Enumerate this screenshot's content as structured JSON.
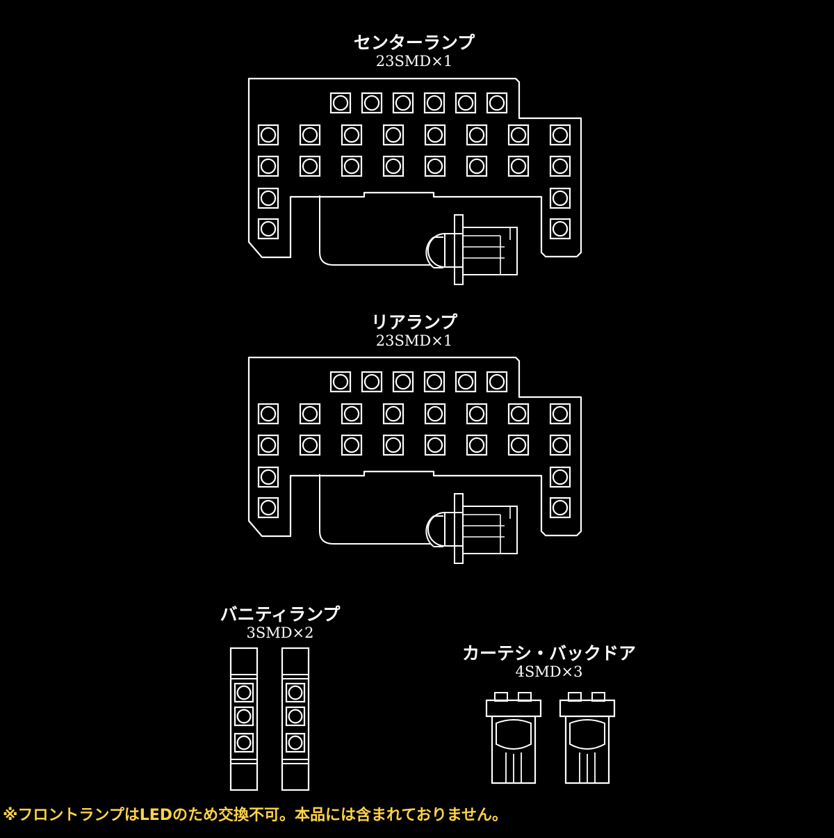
{
  "lamps": {
    "center": {
      "title": "センターランプ",
      "spec": "23SMD×1"
    },
    "rear": {
      "title": "リアランプ",
      "spec": "23SMD×1"
    },
    "vanity": {
      "title": "バニティランプ",
      "spec": "3SMD×2"
    },
    "courtesy": {
      "title": "カーテシ・バックドア",
      "spec": "4SMD×3"
    }
  },
  "footnote": "※フロントランプはLEDのため交換不可。本品には含まれておりません。",
  "colors": {
    "background": "#000000",
    "line": "#ffffff",
    "footnote": "#ffd34a"
  }
}
